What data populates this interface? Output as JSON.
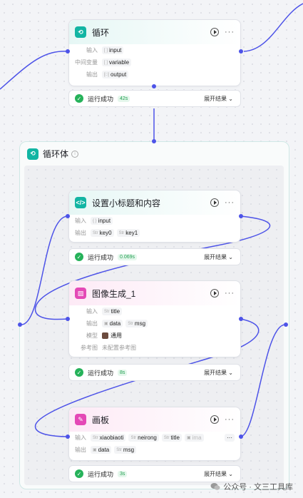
{
  "loop_node": {
    "title": "循环",
    "rows": [
      {
        "label": "输入",
        "tags": [
          {
            "prefix": "[ ]",
            "text": "input"
          }
        ]
      },
      {
        "label": "中间变量",
        "tags": [
          {
            "prefix": "[ ]",
            "text": "variable"
          }
        ]
      },
      {
        "label": "输出",
        "tags": [
          {
            "prefix": "[□]",
            "text": "output"
          }
        ]
      }
    ],
    "status": {
      "text": "运行成功",
      "time": "42s",
      "expand": "展开结果"
    }
  },
  "loop_body": {
    "title": "循环体"
  },
  "subtitle_node": {
    "title": "设置小标题和内容",
    "input_label": "输入",
    "input_tag": {
      "prefix": "{ }",
      "text": "input"
    },
    "output_label": "输出",
    "output_tags": [
      {
        "prefix": "Str",
        "text": "key0"
      },
      {
        "prefix": "Str",
        "text": "key1"
      }
    ],
    "status": {
      "text": "运行成功",
      "time": "0.069s",
      "expand": "展开结果"
    }
  },
  "image_node": {
    "title": "图像生成_1",
    "input_label": "输入",
    "input_tag": {
      "prefix": "Str",
      "text": "title"
    },
    "output_label": "输出",
    "output_tags": [
      {
        "prefix": "▣",
        "text": "data"
      },
      {
        "prefix": "Str",
        "text": "msg"
      }
    ],
    "model_label": "模型",
    "model_value": "通用",
    "ref_label": "参考图",
    "ref_value": "未配置参考图",
    "status": {
      "text": "运行成功",
      "time": "8s",
      "expand": "展开结果"
    }
  },
  "canvas_node": {
    "title": "画板",
    "input_label": "输入",
    "input_tags": [
      {
        "prefix": "Str",
        "text": "xiaobiaoti"
      },
      {
        "prefix": "Str",
        "text": "neirong"
      },
      {
        "prefix": "Str",
        "text": "title"
      },
      {
        "prefix": "▣",
        "text": "ima"
      }
    ],
    "output_label": "输出",
    "output_tags": [
      {
        "prefix": "▣",
        "text": "data"
      },
      {
        "prefix": "Str",
        "text": "msg"
      }
    ],
    "status": {
      "text": "运行成功",
      "time": "3s",
      "expand": "展开结果"
    }
  },
  "watermark": "公众号 · 文三工具库",
  "colors": {
    "edge": "#4d53e8",
    "teal": "#12b5a3",
    "pink": "#e449b6",
    "success": "#26b25a"
  }
}
